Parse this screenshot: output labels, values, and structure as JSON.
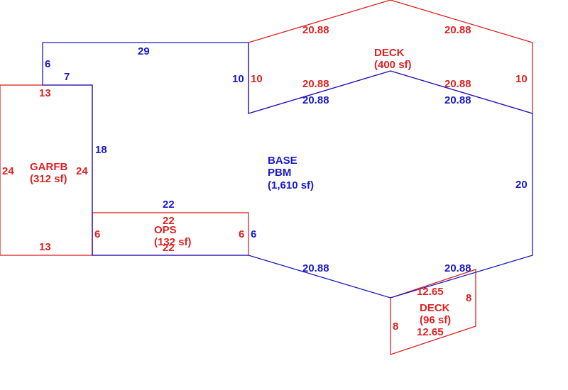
{
  "colors": {
    "base": "#1a1acc",
    "addition": "#dd2222"
  },
  "base": {
    "label": "BASE",
    "code": "PBM",
    "area": "(1,610 sf)",
    "dims": {
      "top_left_step": "6",
      "top_left_jog": "7",
      "top": "29",
      "top_right_step": "10",
      "deck_side_left": "20.88",
      "deck_side_right": "20.88",
      "right": "20",
      "bottom_right": "20.88",
      "bottom_left": "20.88",
      "ops_side": "6",
      "ops_top": "22",
      "garage_side": "18"
    }
  },
  "deck_top": {
    "label": "DECK",
    "area": "(400 sf)",
    "dims": {
      "top_left": "20.88",
      "top_right": "20.88",
      "bottom_left": "20.88",
      "bottom_right": "20.88",
      "left": "10",
      "right": "10"
    }
  },
  "garage": {
    "label": "GARFB",
    "area": "(312 sf)",
    "dims": {
      "top": "13",
      "bottom": "13",
      "left": "24",
      "right": "24"
    }
  },
  "ops": {
    "label": "OPS",
    "area": "(132 sf)",
    "dims": {
      "top": "22",
      "bottom": "22",
      "left": "6",
      "right": "6"
    }
  },
  "deck_bottom": {
    "label": "DECK",
    "area": "(96 sf)",
    "dims": {
      "top": "12.65",
      "bottom": "12.65",
      "left": "8",
      "right": "8"
    }
  }
}
